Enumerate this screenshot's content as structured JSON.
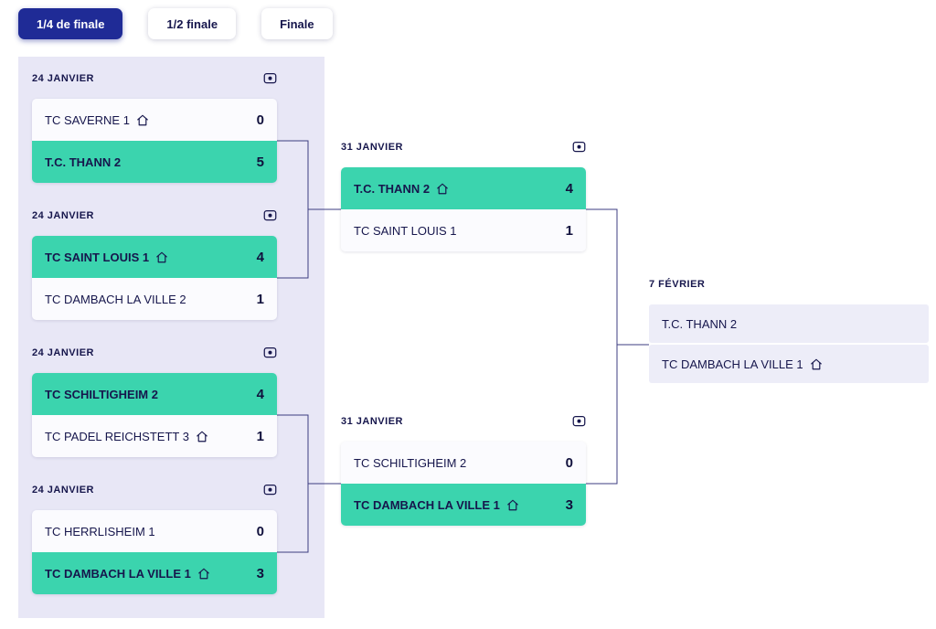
{
  "tabs": [
    {
      "label": "1/4 de finale",
      "active": true
    },
    {
      "label": "1/2 finale",
      "active": false
    },
    {
      "label": "Finale",
      "active": false
    }
  ],
  "colors": {
    "accent": "#1f2b96",
    "winner_highlight": "#3bd4ae",
    "panel_background": "#e8e7f6",
    "text": "#16164c"
  },
  "icons": {
    "camera": "camera-icon",
    "home": "home-icon"
  },
  "quarterfinals": {
    "matches": [
      {
        "date": "24 JANVIER",
        "teams": [
          {
            "name": "TC SAVERNE 1",
            "home": true,
            "score": "0",
            "winner": false
          },
          {
            "name": "T.C. THANN 2",
            "home": false,
            "score": "5",
            "winner": true
          }
        ]
      },
      {
        "date": "24 JANVIER",
        "teams": [
          {
            "name": "TC SAINT LOUIS 1",
            "home": true,
            "score": "4",
            "winner": true
          },
          {
            "name": "TC DAMBACH LA VILLE 2",
            "home": false,
            "score": "1",
            "winner": false
          }
        ]
      },
      {
        "date": "24 JANVIER",
        "teams": [
          {
            "name": "TC SCHILTIGHEIM 2",
            "home": false,
            "score": "4",
            "winner": true
          },
          {
            "name": "TC PADEL REICHSTETT 3",
            "home": true,
            "score": "1",
            "winner": false
          }
        ]
      },
      {
        "date": "24 JANVIER",
        "teams": [
          {
            "name": "TC HERRLISHEIM 1",
            "home": false,
            "score": "0",
            "winner": false
          },
          {
            "name": "TC DAMBACH LA VILLE 1",
            "home": true,
            "score": "3",
            "winner": true
          }
        ]
      }
    ]
  },
  "semifinals": {
    "matches": [
      {
        "date": "31 JANVIER",
        "teams": [
          {
            "name": "T.C. THANN 2",
            "home": true,
            "score": "4",
            "winner": true
          },
          {
            "name": "TC SAINT LOUIS 1",
            "home": false,
            "score": "1",
            "winner": false
          }
        ]
      },
      {
        "date": "31 JANVIER",
        "teams": [
          {
            "name": "TC SCHILTIGHEIM 2",
            "home": false,
            "score": "0",
            "winner": false
          },
          {
            "name": "TC DAMBACH LA VILLE 1",
            "home": true,
            "score": "3",
            "winner": true
          }
        ]
      }
    ]
  },
  "final": {
    "date": "7 FÉVRIER",
    "teams": [
      {
        "name": "T.C. THANN 2",
        "home": false
      },
      {
        "name": "TC DAMBACH LA VILLE 1",
        "home": true
      }
    ]
  }
}
